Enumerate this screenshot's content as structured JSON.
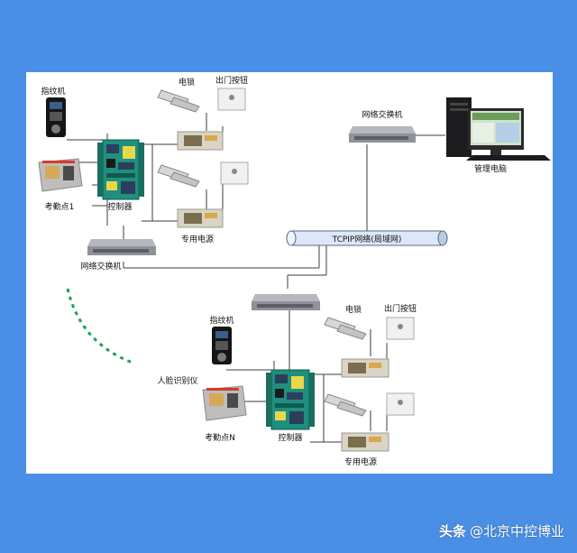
{
  "labels": {
    "fingerprint": "指纹机",
    "attendance_1": "考勤点1",
    "controller": "控制器",
    "lock": "电锁",
    "exit_button": "出门按钮",
    "power": "专用电源",
    "switch": "网络交换机",
    "network": "TCPIP网络(局域网)",
    "management_pc": "管理电脑",
    "face_device": "人脸识别仪",
    "attendance_n": "考勤点N"
  },
  "watermark": {
    "brand": "头条",
    "account": "@北京中控博业"
  },
  "colors": {
    "background": "#4a8fe6",
    "network_pipe": "#dce8f8",
    "pcb": "#1f8f7e",
    "dotted_arc": "#1aa35a"
  }
}
